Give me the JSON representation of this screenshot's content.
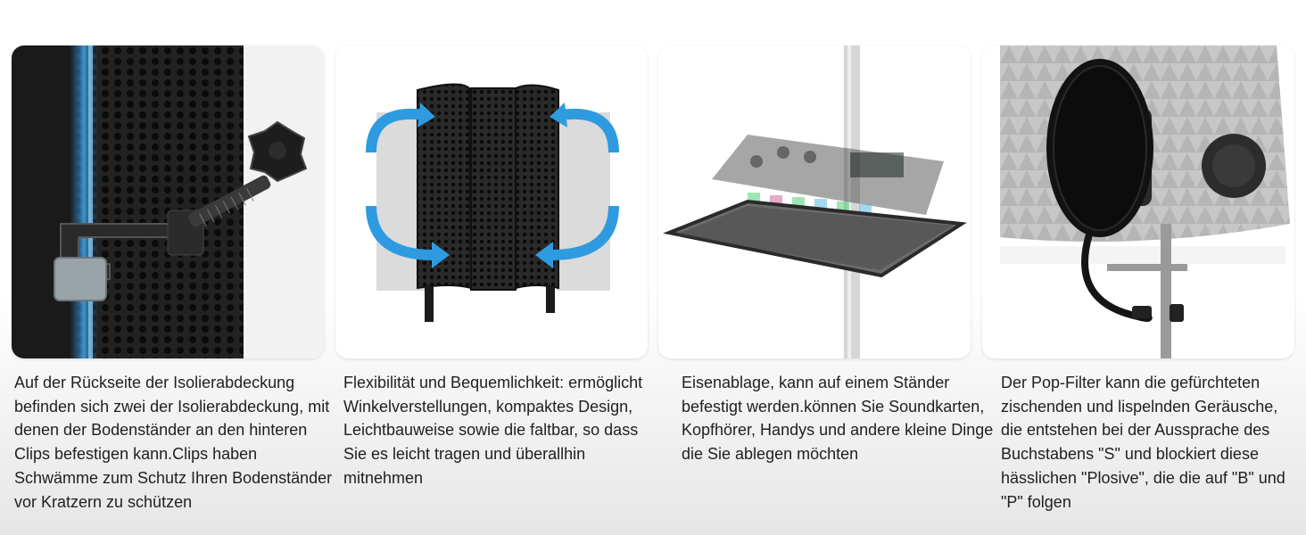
{
  "features": [
    {
      "image_alt": "Clip with knob screw on the back of the isolation shield",
      "caption": "Auf der Rückseite der Isolierabdeckung befinden sich zwei der Isolierabdeckung, mit denen der Bodenständer an den hinteren Clips befestigen kann.Clips haben Schwämme zum Schutz Ihren Bodenständer vor Kratzern zu schützen"
    },
    {
      "image_alt": "Foldable isolation shield with rotation arrows",
      "caption": "Flexibilität und Bequemlichkeit: ermöglicht Winkelverstellungen, kompaktes Design, Leichtbauweise sowie die faltbar, so dass Sie es leicht tragen und überallhin mitnehmen"
    },
    {
      "image_alt": "Iron tray mounted on stand holding a sound card",
      "caption": "Eisenablage, kann auf einem Ständer befestigt werden.können Sie Soundkarten, Kopfhörer, Handys und andere kleine Dinge die Sie ablegen möchten"
    },
    {
      "image_alt": "Pop filter on gooseneck in front of microphone and shield",
      "caption": "Der Pop-Filter kann die gefürchteten zischenden und lispelnden Geräusche, die entstehen bei der Aussprache des Buchstabens \"S\" und blockiert diese hässlichen \"Plosive\", die die auf \"B\" und \"P\" folgen"
    }
  ],
  "colors": {
    "accent_blue": "#2e9be0",
    "dark_metal": "#1c1c1c",
    "caption_text": "#1f1f1f"
  }
}
